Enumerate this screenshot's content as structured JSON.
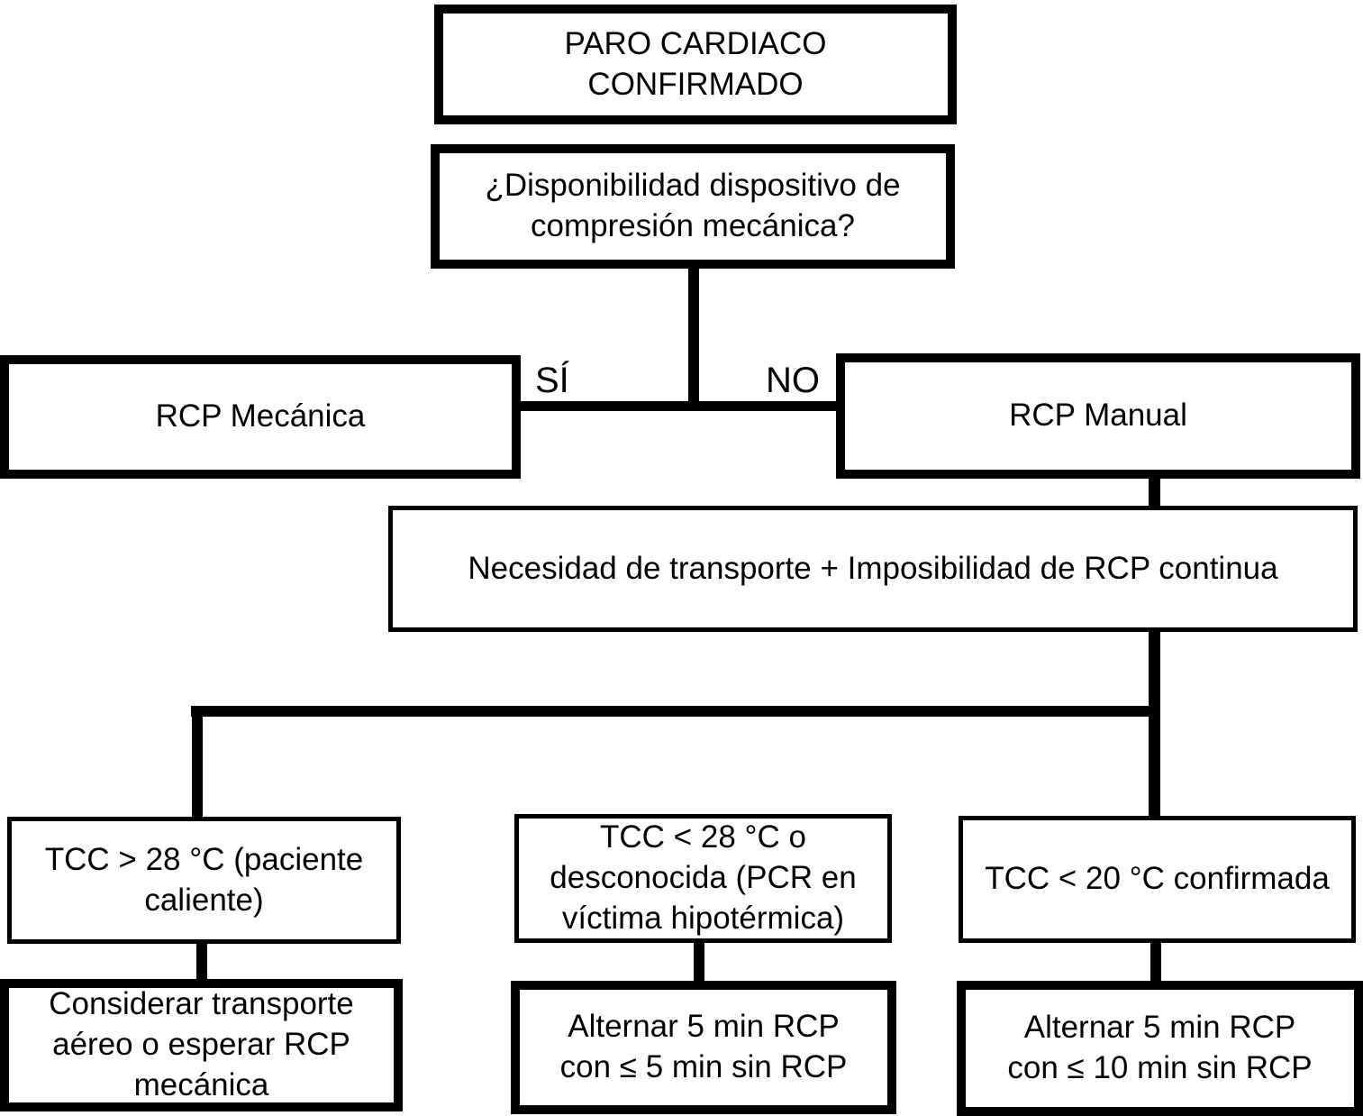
{
  "colors": {
    "line": "#000000",
    "background": "#ffffff",
    "text": "#000000"
  },
  "nodes": {
    "start": {
      "lines": [
        "PARO CARDIACO",
        "CONFIRMADO"
      ],
      "border": "thick"
    },
    "question": {
      "lines": [
        "¿Disponibilidad dispositivo de",
        "compresión mecánica?"
      ],
      "border": "thick"
    },
    "mechanical": {
      "lines": [
        "RCP Mecánica"
      ],
      "border": "thick"
    },
    "manual": {
      "lines": [
        "RCP Manual"
      ],
      "border": "thick"
    },
    "need": {
      "lines": [
        "Necesidad de transporte + Imposibilidad de RCP continua"
      ],
      "border": "thin"
    },
    "tcc_warm": {
      "lines": [
        "TCC > 28 °C (paciente",
        "caliente)"
      ],
      "border": "thin"
    },
    "tcc_unknown": {
      "lines": [
        "TCC < 28 °C o",
        "desconocida (PCR en",
        "víctima hipotérmica)"
      ],
      "border": "thin"
    },
    "tcc_confirmed": {
      "lines": [
        "TCC < 20 °C confirmada"
      ],
      "border": "thin"
    },
    "considerar": {
      "lines": [
        "Considerar transporte",
        "aéreo o esperar RCP",
        "mecánica"
      ],
      "border": "thick"
    },
    "alt5": {
      "lines": [
        "Alternar 5 min RCP",
        "con ≤ 5 min sin RCP"
      ],
      "border": "thick"
    },
    "alt10": {
      "lines": [
        "Alternar 5 min RCP",
        "con ≤ 10 min sin RCP"
      ],
      "border": "thick"
    }
  },
  "branch_labels": {
    "yes": "SÍ",
    "no": "NO"
  },
  "edges": [
    {
      "from": "start",
      "to": "question",
      "label": ""
    },
    {
      "from": "question",
      "to": "mechanical",
      "label": "SÍ"
    },
    {
      "from": "question",
      "to": "manual",
      "label": "NO"
    },
    {
      "from": "manual",
      "to": "need",
      "label": ""
    },
    {
      "from": "need",
      "to": "tcc_warm",
      "label": ""
    },
    {
      "from": "need",
      "to": "tcc_confirmed",
      "label": ""
    },
    {
      "from": "tcc_warm",
      "to": "considerar",
      "label": ""
    },
    {
      "from": "tcc_unknown",
      "to": "alt5",
      "label": ""
    },
    {
      "from": "tcc_confirmed",
      "to": "alt10",
      "label": ""
    }
  ]
}
